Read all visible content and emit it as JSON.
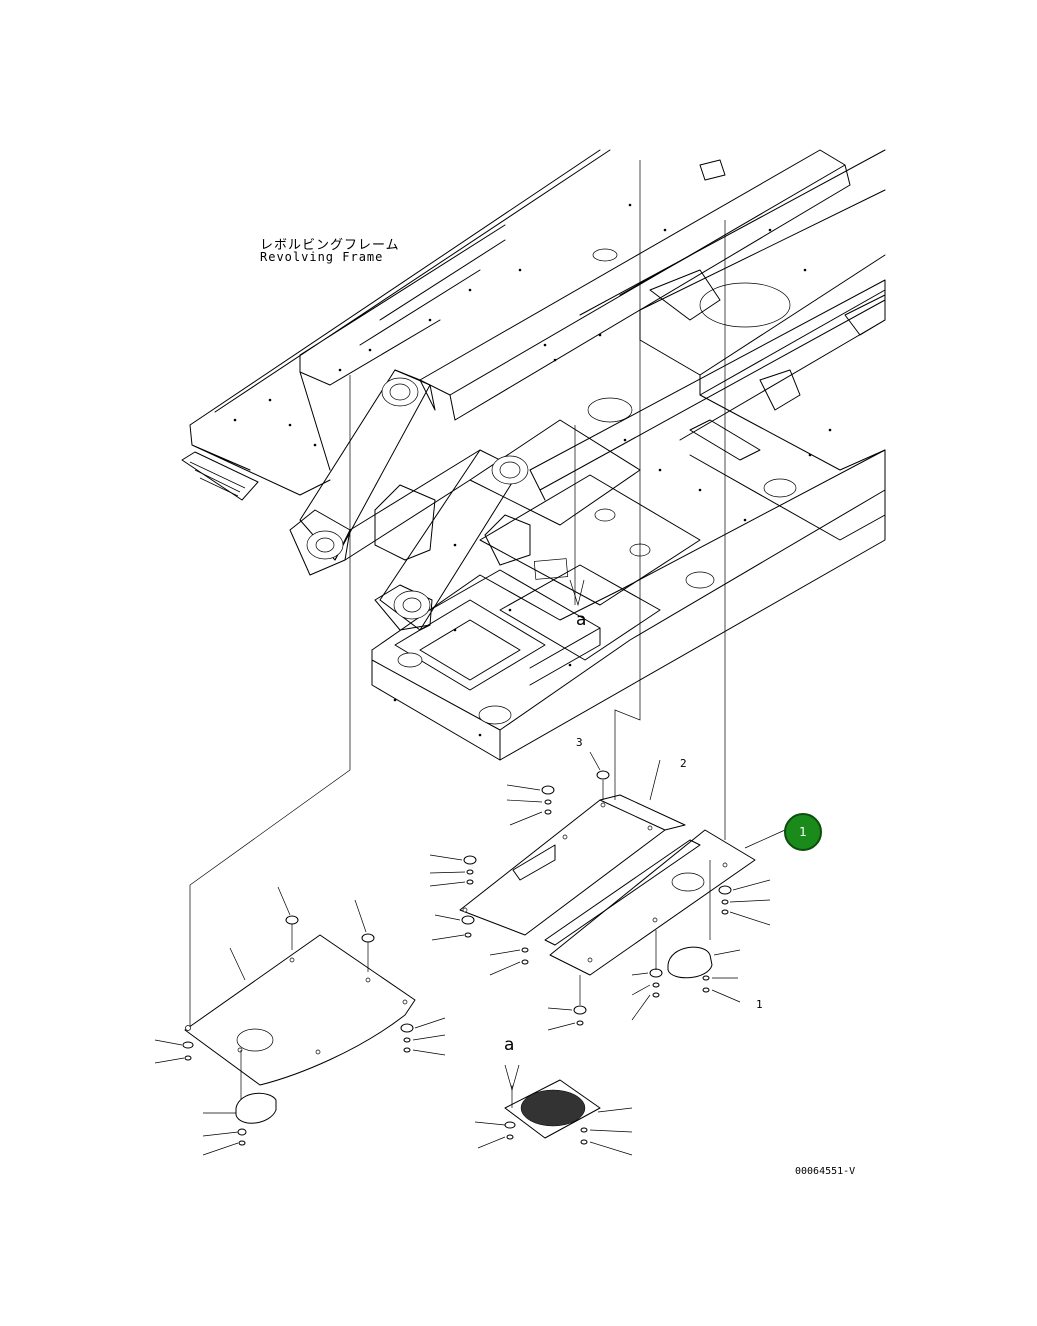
{
  "frame_label": {
    "japanese": "レボルビングフレーム",
    "english": "Revolving Frame"
  },
  "view_labels": {
    "upper": "a",
    "lower": "a"
  },
  "callout": {
    "number": "1",
    "color": "#1a8a1a"
  },
  "drawing_number": "00064551-V",
  "part_numbers": {
    "top_right_cover": "1",
    "bolt_3": "3",
    "plate_2": "2"
  }
}
